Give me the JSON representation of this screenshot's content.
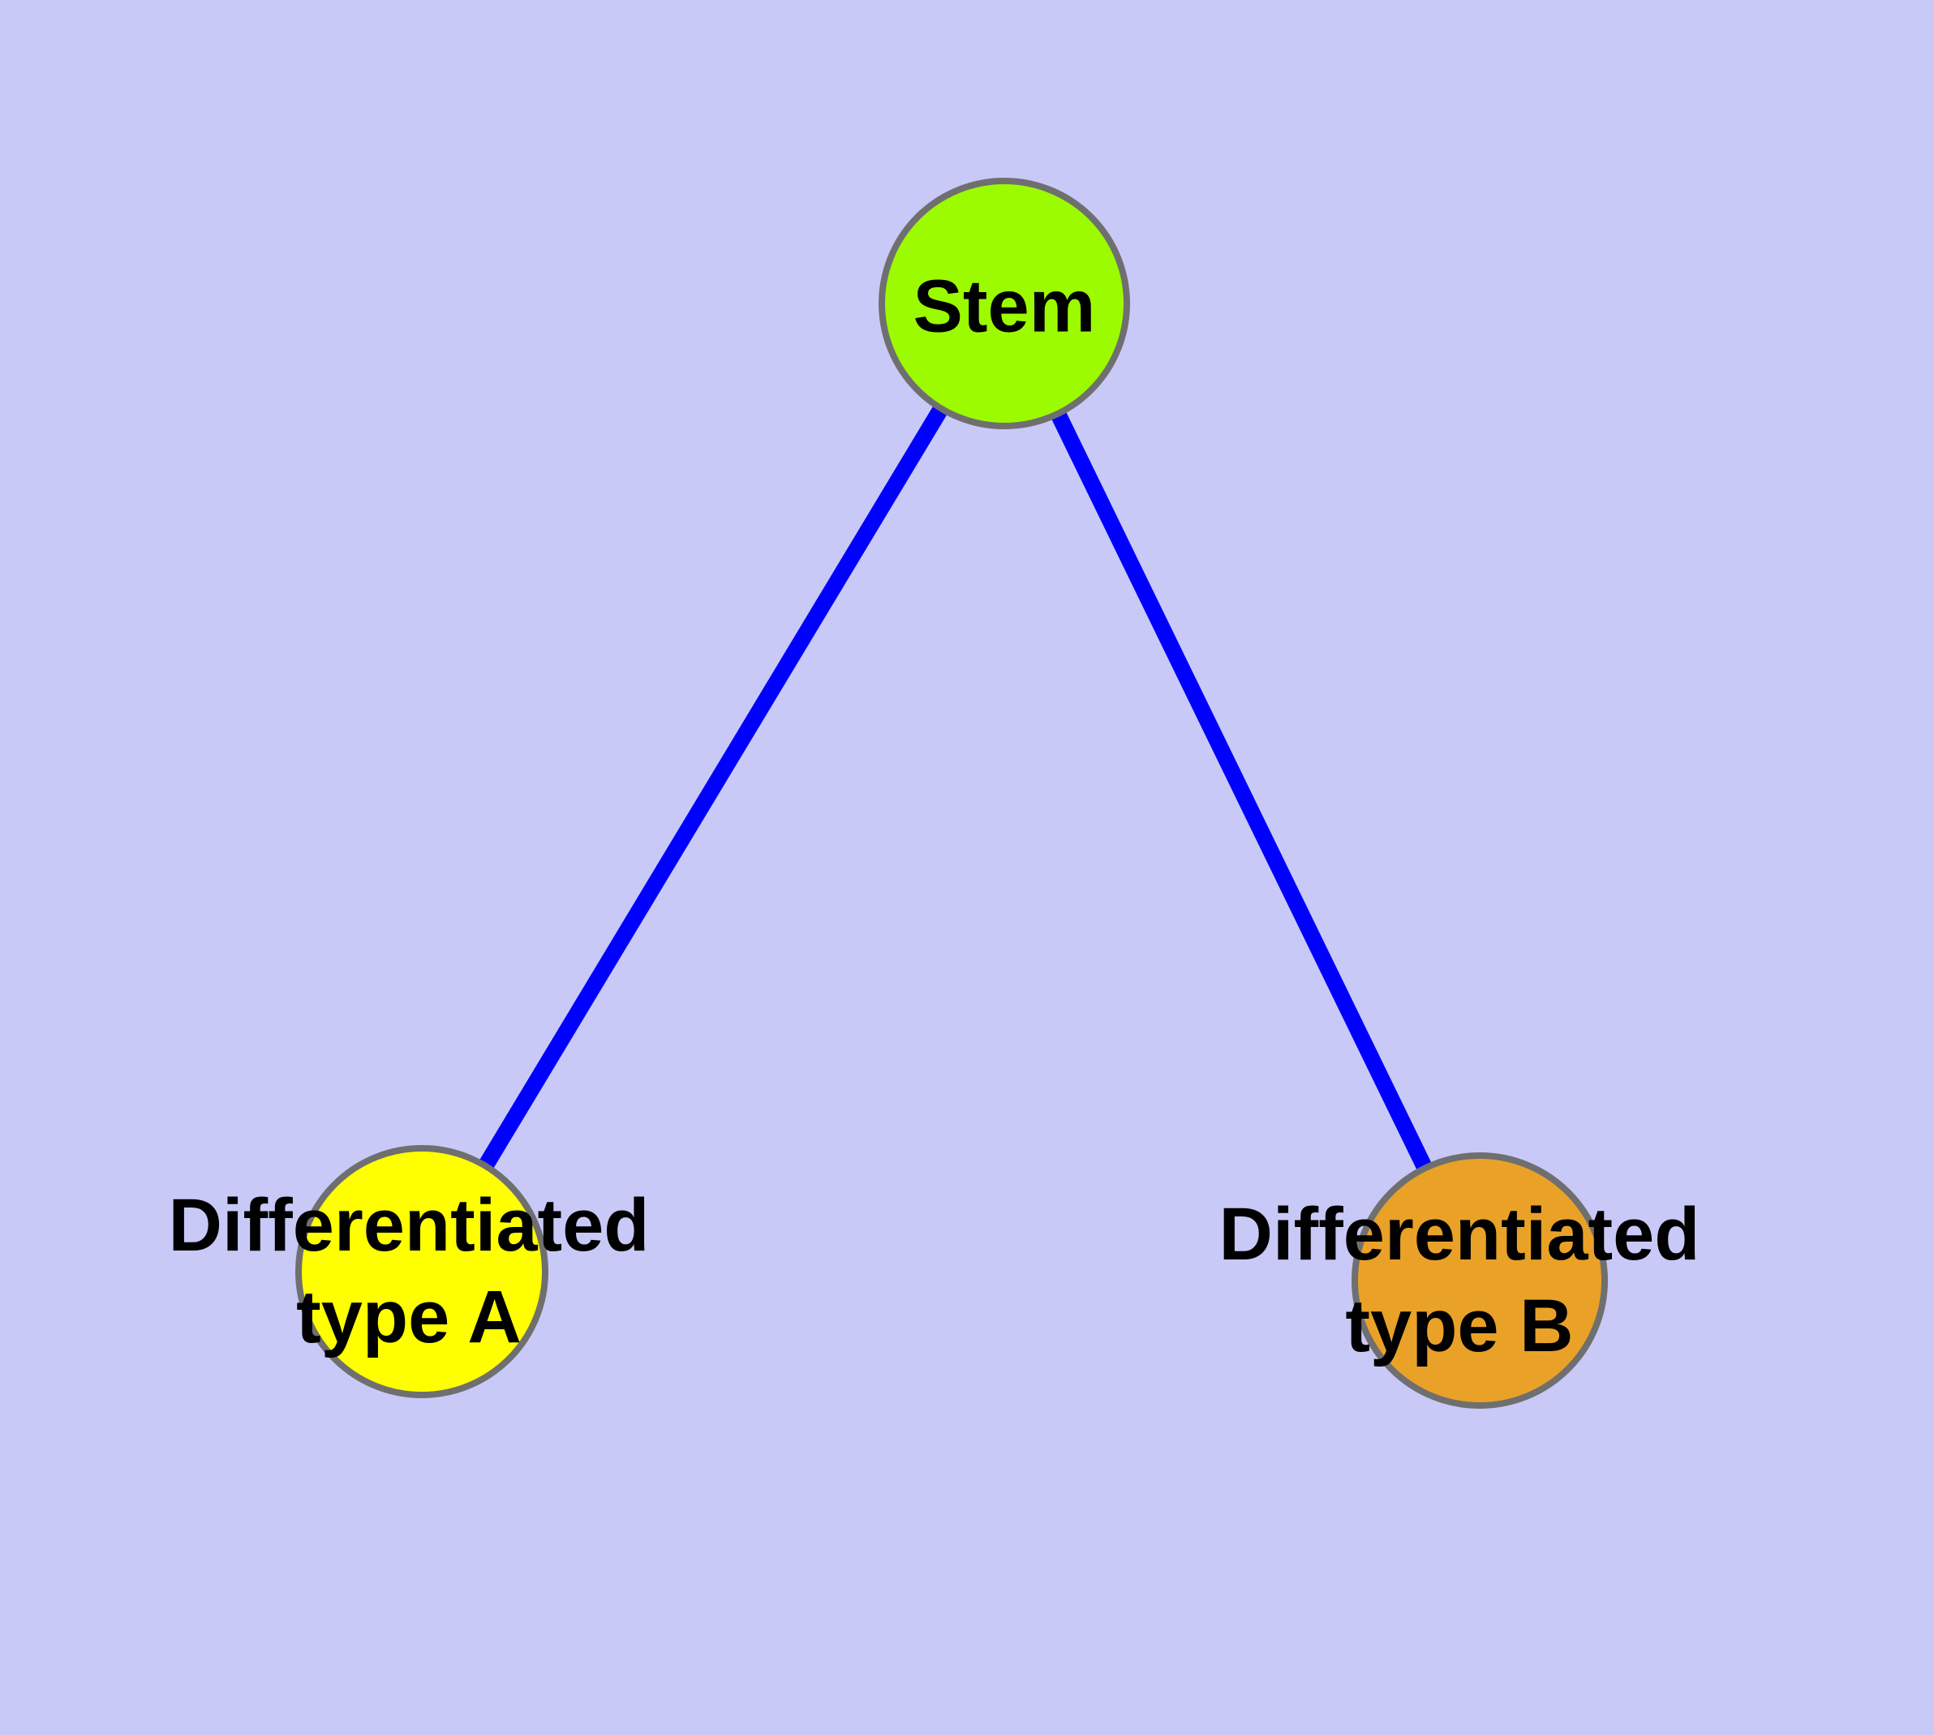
{
  "canvas": {
    "background": "#C9C9F8"
  },
  "style": {
    "node_border_color": "#6F6F6F",
    "node_border_width": 8,
    "edge_color": "#0000FF",
    "edge_width": 20,
    "label_color": "#000000"
  },
  "nodes": [
    {
      "id": "stem",
      "label_lines": [
        "Stem"
      ],
      "fill": "#9CFB00"
    },
    {
      "id": "differentiated-type-a",
      "label_lines": [
        "Differentiated",
        "type A"
      ],
      "fill": "#FFFF00"
    },
    {
      "id": "differentiated-type-b",
      "label_lines": [
        "Differentiated",
        "type B"
      ],
      "fill": "#E9A227"
    }
  ],
  "edges": [
    {
      "from": "stem",
      "to": "differentiated-type-a"
    },
    {
      "from": "stem",
      "to": "differentiated-type-b"
    }
  ]
}
